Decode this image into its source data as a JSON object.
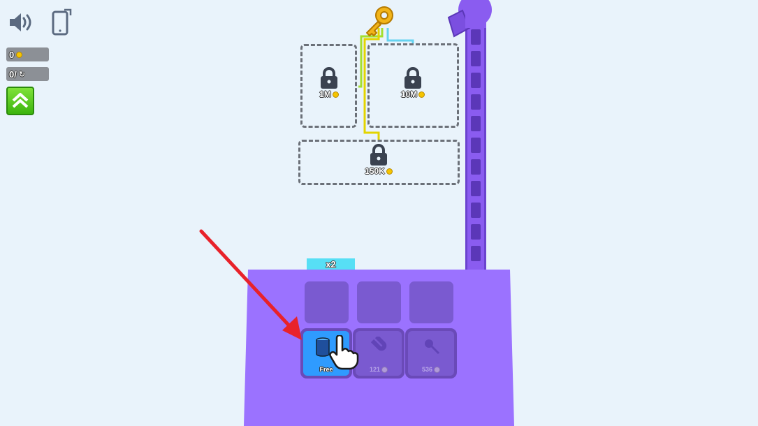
{
  "hud": {
    "coins": "0",
    "rebirths": "0/",
    "icons": {
      "sound": "speaker-icon",
      "rotate": "phone-rotate-icon",
      "coin": "coin-icon",
      "rebirth": "refresh-icon",
      "upgrade": "double-chevron-up-icon"
    }
  },
  "locks": [
    {
      "id": "small-left",
      "price": "1M"
    },
    {
      "id": "right",
      "price": "10M"
    },
    {
      "id": "bottom",
      "price": "150K"
    }
  ],
  "machine": {
    "multiplier": "x2",
    "tools": [
      {
        "name": "cup-tool",
        "label": "Free",
        "state": "available"
      },
      {
        "name": "magnet-tool",
        "label": "121",
        "state": "locked"
      },
      {
        "name": "pin-tool",
        "label": "536",
        "state": "locked"
      }
    ]
  },
  "colors": {
    "background": "#e9f3fb",
    "machine": "#9b72ff",
    "accent_green": "#3cb40d",
    "tool_active": "#2f9bff",
    "arrow": "#e8222a",
    "key": "#f2b419"
  }
}
